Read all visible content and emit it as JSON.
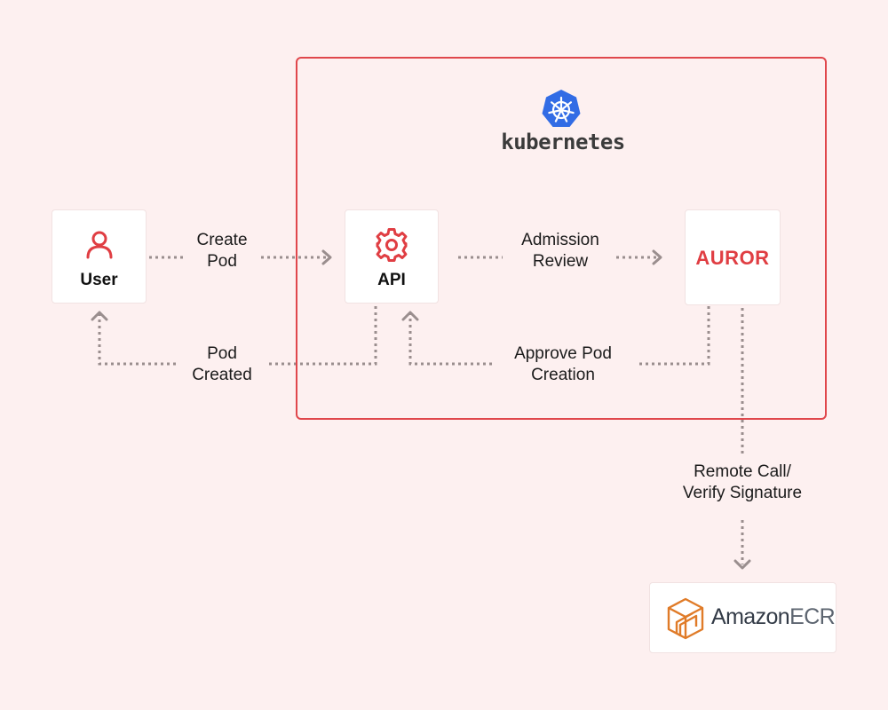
{
  "kubernetes": {
    "label": "kubernetes"
  },
  "nodes": {
    "user": {
      "label": "User",
      "icon": "user-icon",
      "color": "#e03e43"
    },
    "api": {
      "label": "API",
      "icon": "gear-icon",
      "color": "#e03e43"
    },
    "auror": {
      "label": "AUROR",
      "color": "#e03e43"
    },
    "ecr": {
      "brand": "Amazon",
      "product": "ECR",
      "logo_color": "#e07b28"
    }
  },
  "edges": {
    "create_pod": "Create\nPod",
    "admission_review": "Admission\nReview",
    "pod_created": "Pod\nCreated",
    "approve_pod_creation": "Approve Pod\nCreation",
    "remote_call": "Remote Call/\nVerify Signature"
  },
  "colors": {
    "background": "#fdf0f0",
    "accent": "#e0474c",
    "connector": "#9a8e8e",
    "kubernetes_blue": "#326ce5"
  }
}
